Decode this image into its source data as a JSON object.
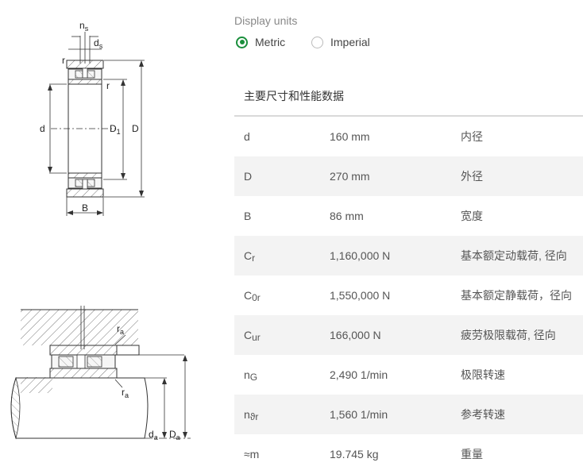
{
  "drawing_labels": {
    "ns": {
      "base": "n",
      "sub": "s"
    },
    "ds": {
      "base": "d",
      "sub": "s"
    },
    "r1": "r",
    "r2": "r",
    "d": "d",
    "D1": {
      "base": "D",
      "sub": "1"
    },
    "D": "D",
    "B": "B",
    "ra1": {
      "base": "r",
      "sub": "a"
    },
    "ra2": {
      "base": "r",
      "sub": "a"
    },
    "da": {
      "base": "d",
      "sub": "a"
    },
    "Da": {
      "base": "D",
      "sub": "a"
    }
  },
  "display_units": {
    "label": "Display units",
    "options": [
      {
        "label": "Metric",
        "selected": true
      },
      {
        "label": "Imperial",
        "selected": false
      }
    ]
  },
  "section_title": "主要尺寸和性能数据",
  "rows": [
    {
      "sym": "d",
      "sub": "",
      "value": "160 mm",
      "desc": "内径"
    },
    {
      "sym": "D",
      "sub": "",
      "value": "270 mm",
      "desc": "外径"
    },
    {
      "sym": "B",
      "sub": "",
      "value": "86 mm",
      "desc": "宽度"
    },
    {
      "sym": "C",
      "sub": "r",
      "value": "1,160,000 N",
      "desc": "基本额定动载荷, 径向"
    },
    {
      "sym": "C",
      "sub": "0r",
      "value": "1,550,000 N",
      "desc": "基本额定静载荷，径向"
    },
    {
      "sym": "C",
      "sub": "ur",
      "value": "166,000 N",
      "desc": "疲劳极限载荷, 径向"
    },
    {
      "sym": "n",
      "sub": "G",
      "value": "2,490 1/min",
      "desc": "极限转速"
    },
    {
      "sym": "n",
      "sub": "ϑr",
      "value": "1,560 1/min",
      "desc": "参考转速"
    },
    {
      "sym": "≈m",
      "sub": "",
      "value": "19.745 kg",
      "desc": "重量"
    }
  ]
}
